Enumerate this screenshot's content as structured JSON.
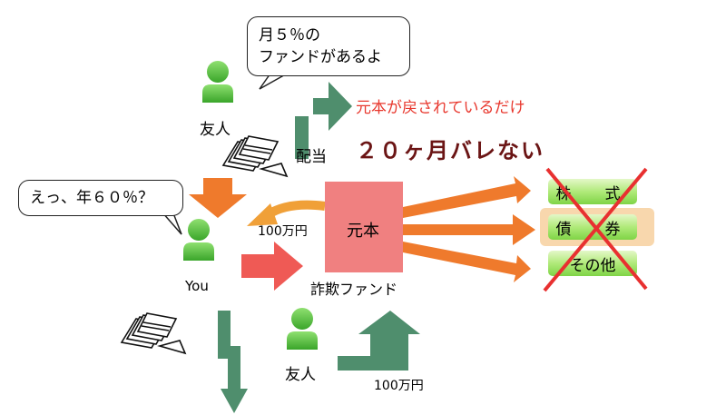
{
  "labels": {
    "friend_top": "友人",
    "haito": "配当",
    "notice": "元本が戻されているだけ",
    "headline": "２０ヶ月バレない",
    "you": "You",
    "amount_left": "100万円",
    "principal": "元本",
    "fund_name": "詐欺ファンド",
    "friend_bottom": "友人",
    "amount_bottom": "100万円"
  },
  "bubbles": {
    "friend_line1": "月５％の",
    "friend_line2": "ファンドがあるよ",
    "you_text": "えっ、年６０％？"
  },
  "investments": [
    "株　式",
    "債　券",
    "その他"
  ],
  "colors": {
    "person": "#4db536",
    "orange": "#ef7a2c",
    "red_arrow": "#ef5a55",
    "green_arrow": "#4f8e6d",
    "principal_box": "#f08080",
    "red_text": "#e8382e",
    "headline_text": "#6b1515",
    "x_mark": "#e83030"
  },
  "icons": [
    "person-icon",
    "money-bills-icon",
    "x-mark-icon"
  ]
}
